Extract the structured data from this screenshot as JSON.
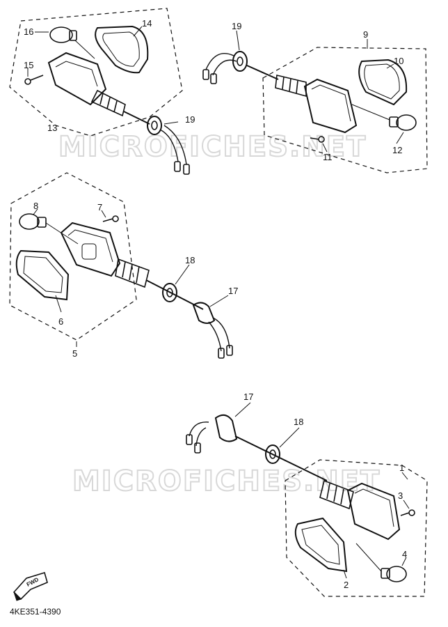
{
  "watermark": "MICROFICHES.NET",
  "diagram_code": "4KE351-4390",
  "fwd_label": "FWD",
  "callouts": [
    "1",
    "2",
    "3",
    "4",
    "5",
    "6",
    "7",
    "8",
    "9",
    "10",
    "11",
    "12",
    "13",
    "14",
    "15",
    "16",
    "17",
    "18",
    "19"
  ]
}
